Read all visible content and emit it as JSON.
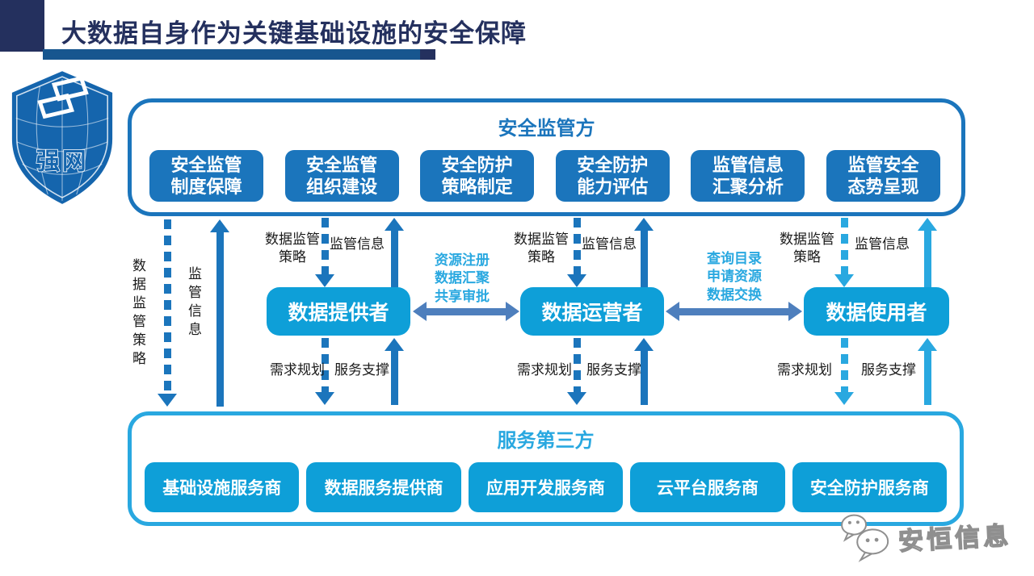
{
  "colors": {
    "navy": "#24305E",
    "bar": "#17568F",
    "blue": "#1B75BC",
    "cyan": "#0E9FD8",
    "lightblue": "#29A8E0",
    "steel": "#4E7FBD",
    "ink": "#1A1A1A",
    "wmgray": "#8F8F8F",
    "logoblue": "#1565AD"
  },
  "header": {
    "title": "大数据自身作为关键基础设施的安全保障"
  },
  "logo": {
    "text": "强网"
  },
  "supervisor": {
    "title": "安全监管方",
    "boxes": [
      {
        "line1": "安全监管",
        "line2": "制度保障"
      },
      {
        "line1": "安全监管",
        "line2": "组织建设"
      },
      {
        "line1": "安全防护",
        "line2": "策略制定"
      },
      {
        "line1": "安全防护",
        "line2": "能力评估"
      },
      {
        "line1": "监管信息",
        "line2": "汇聚分析"
      },
      {
        "line1": "监管安全",
        "line2": "态势呈现"
      }
    ]
  },
  "entities": {
    "provider": "数据提供者",
    "operator": "数据运营者",
    "user": "数据使用者"
  },
  "flows": {
    "left": {
      "down": "数据监管策略",
      "up": "监管信息"
    },
    "column": {
      "down_line1": "数据监管",
      "down_line2": "策略",
      "up": "监管信息",
      "demand": "需求规划",
      "support": "服务支撑"
    },
    "exchange_left": {
      "line1": "资源注册",
      "line2": "数据汇聚",
      "line3": "共享审批"
    },
    "exchange_right": {
      "line1": "查询目录",
      "line2": "申请资源",
      "line3": "数据交换"
    }
  },
  "third_party": {
    "title": "服务第三方",
    "boxes": [
      "基础设施服务商",
      "数据服务提供商",
      "应用开发服务商",
      "云平台服务商",
      "安全防护服务商"
    ]
  },
  "watermark": {
    "text": "安恒信息"
  }
}
